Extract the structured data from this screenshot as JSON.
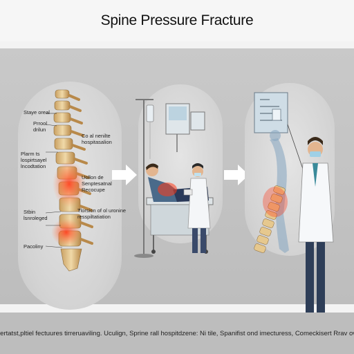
{
  "title": "Spine Pressure Fracture",
  "panel1": {
    "labels": [
      "Staye oreal",
      "Prrool\ndrilun",
      "Plarm ts\nlospirtsayel\nlncodtation",
      "Stbin\nlsnroleged",
      "Pacoliny",
      "Co al nenilte\nhospitasalion",
      "Uollon de\nSenptesatnal\nRecocupe",
      "Tlorsion of ol uronine\nresspiltatiation"
    ]
  },
  "caption": "Gerertatst,pltiel fectuures tirreruaviling. Uculign, Sprine rall hospitdzene: Ni tile, Spanifist ond imecturess, Comeckisert Rrav oving",
  "colors": {
    "highlight": "#e84a2a",
    "arrow": "#ffffff",
    "bone": "#e6c88e"
  }
}
